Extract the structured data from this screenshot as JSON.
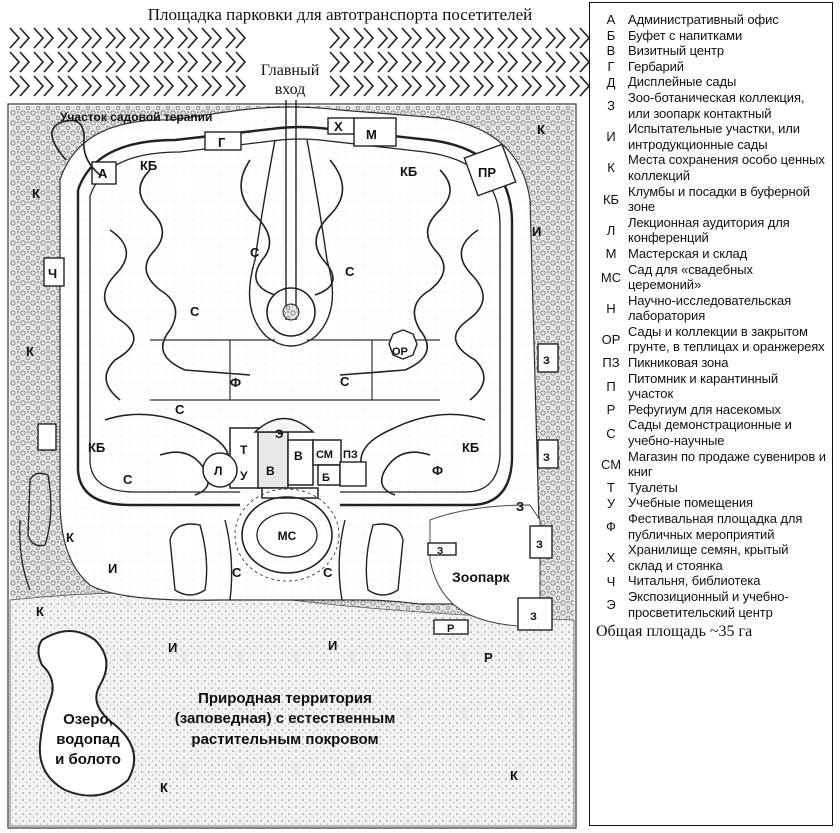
{
  "map": {
    "parking_title": "Площадка парковки для автотранспорта посетителей",
    "entrance": [
      "Главный",
      "вход"
    ],
    "therapy": "Участок садовой терапии",
    "zoo": "Зоопарк",
    "natural": [
      "Природная территория",
      "(заповедная) с естественным",
      "растительным покровом"
    ],
    "lake": [
      "Озеро,",
      "водопад",
      "и болото"
    ],
    "codes": {
      "a": "А",
      "g": "Г",
      "kh": "Х",
      "m": "М",
      "k": "К",
      "kb": "КБ",
      "pr": "ПР",
      "ch": "Ч",
      "i": "И",
      "s": "С",
      "or": "ОР",
      "f": "Ф",
      "z": "З",
      "t": "Т",
      "l": "Л",
      "u": "У",
      "v": "В",
      "e": "Э",
      "sm": "СМ",
      "pz": "ПЗ",
      "b": "Б",
      "ms": "МС",
      "r": "Р"
    }
  },
  "legend": {
    "items": [
      {
        "code": "А",
        "desc": "Административный офис"
      },
      {
        "code": "Б",
        "desc": "Буфет с напитками"
      },
      {
        "code": "В",
        "desc": "Визитный центр"
      },
      {
        "code": "Г",
        "desc": "Гербарий"
      },
      {
        "code": "Д",
        "desc": "Дисплейные сады"
      },
      {
        "code": "З",
        "desc": "Зоо-ботаническая коллекция, или зоопарк контактный"
      },
      {
        "code": "И",
        "desc": "Испытательные участки, или интродукционные сады"
      },
      {
        "code": "К",
        "desc": "Места сохранения особо ценных коллекций"
      },
      {
        "code": "КБ",
        "desc": "Клумбы и посадки в буферной зоне"
      },
      {
        "code": "Л",
        "desc": "Лекционная аудитория для конференций"
      },
      {
        "code": "М",
        "desc": "Мастерская и склад"
      },
      {
        "code": "МС",
        "desc": "Сад для «свадебных церемоний»"
      },
      {
        "code": "Н",
        "desc": "Научно-исследовательская лаборатория"
      },
      {
        "code": "ОР",
        "desc": "Сады и коллекции в закрытом грунте, в теплицах и оранжереях"
      },
      {
        "code": "ПЗ",
        "desc": "Пикниковая зона"
      },
      {
        "code": "П",
        "desc": "Питомник и карантинный участок"
      },
      {
        "code": "Р",
        "desc": "Рефугиум для насекомых"
      },
      {
        "code": "С",
        "desc": "Сады демонстрационные и учебно-научные"
      },
      {
        "code": "СМ",
        "desc": "Магазин по продаже сувениров и книг"
      },
      {
        "code": "Т",
        "desc": "Туалеты"
      },
      {
        "code": "У",
        "desc": "Учебные помещения"
      },
      {
        "code": "Ф",
        "desc": "Фестивальная площадка для публичных мероприятий"
      },
      {
        "code": "Х",
        "desc": "Хранилище семян, крытый склад и стоянка"
      },
      {
        "code": "Ч",
        "desc": "Читальня, библиотека"
      },
      {
        "code": "Э",
        "desc": "Экспозиционный и учебно-просветительский центр"
      }
    ],
    "total": "Общая площадь ~35 га"
  }
}
